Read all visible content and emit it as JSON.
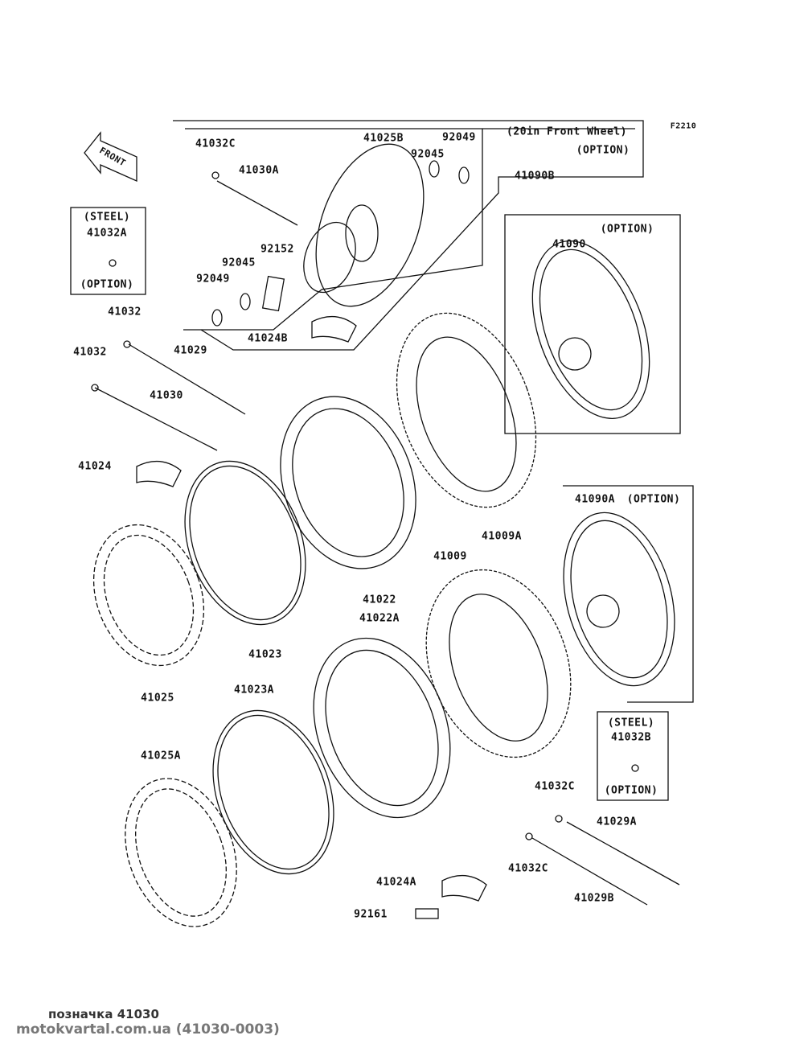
{
  "figure_code": "F2210",
  "front_arrow": "FRONT",
  "labels": {
    "front_wheel_20in": "(20in Front Wheel)",
    "option": "(OPTION)",
    "steel": "(STEEL)",
    "p41032C": "41032C",
    "p41030A": "41030A",
    "p41025B": "41025B",
    "p92049": "92049",
    "p92045": "92045",
    "p41090B": "41090B",
    "p41032A": "41032A",
    "p92152": "92152",
    "p41032": "41032",
    "p41029": "41029",
    "p41024B": "41024B",
    "p41030": "41030",
    "p41090": "41090",
    "p41024": "41024",
    "p41009A": "41009A",
    "p41090A": "41090A",
    "p41022": "41022",
    "p41022A": "41022A",
    "p41009": "41009",
    "p41023": "41023",
    "p41025": "41025",
    "p41023A": "41023A",
    "p41032B": "41032B",
    "p41025A": "41025A",
    "p41029A": "41029A",
    "p41024A": "41024A",
    "p41029B": "41029B",
    "p92161": "92161"
  },
  "caption": {
    "title": "позначка 41030",
    "source": "motokvartal.com.ua (41030-0003)"
  }
}
